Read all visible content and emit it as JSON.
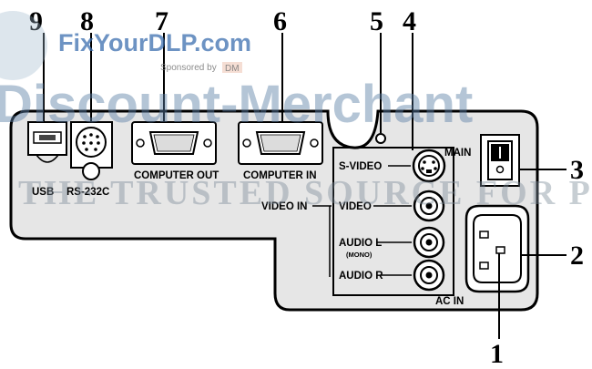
{
  "callouts": [
    "9",
    "8",
    "7",
    "6",
    "5",
    "4",
    "3",
    "2",
    "1"
  ],
  "ports": {
    "usb": "USB",
    "rs232c": "RS-232C",
    "computer_out": "COMPUTER OUT",
    "computer_in": "COMPUTER IN",
    "main": "MAIN",
    "s_video": "S-VIDEO",
    "video_in": "VIDEO IN",
    "video": "VIDEO",
    "audio_l": "AUDIO L",
    "mono": "(MONO)",
    "audio_r": "AUDIO R",
    "ac_in": "AC IN"
  },
  "watermark": {
    "site": "FixYourDLP.com",
    "sponsor": "Sponsored by",
    "sponsor_logo": "DM",
    "brand": "Discount-Merchant",
    "tagline": "THE TRUSTED SOURCE FOR PROJECTOR LAMPS"
  }
}
